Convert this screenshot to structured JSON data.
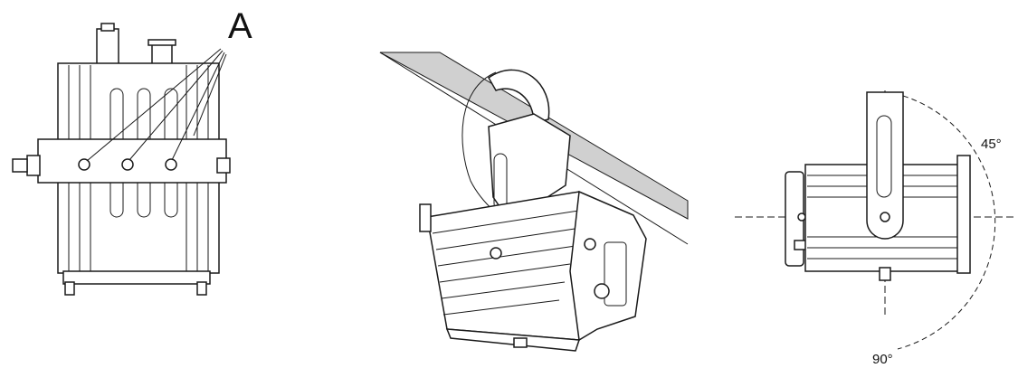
{
  "labels": {
    "mounting_holes": "A",
    "angle_upper": "45°",
    "angle_lower": "90°"
  },
  "colors": {
    "line": "#1a1a1a",
    "pipe": "#d0d0d0",
    "background": "#ffffff"
  }
}
